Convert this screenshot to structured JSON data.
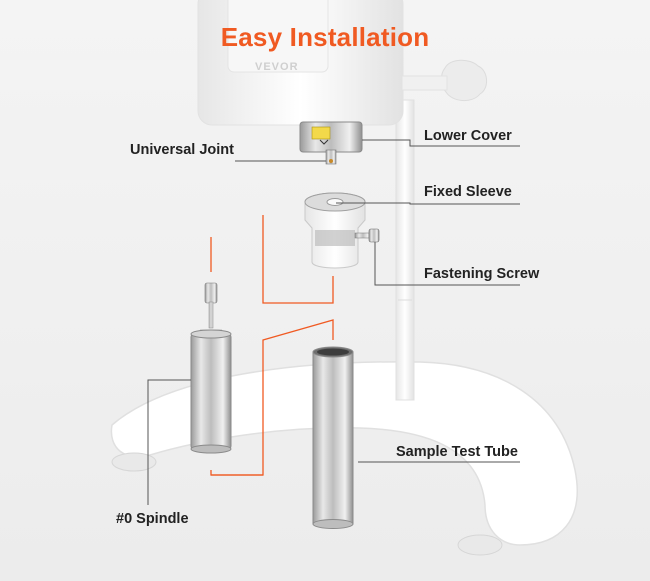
{
  "title": "Easy Installation",
  "brand_mark": "VEVOR",
  "labels": {
    "universal_joint": "Universal Joint",
    "lower_cover": "Lower Cover",
    "fixed_sleeve": "Fixed Sleeve",
    "fastening_screw": "Fastening Screw",
    "sample_test_tube": "Sample Test Tube",
    "spindle": "#0 Spindle"
  },
  "colors": {
    "title": "#f05a22",
    "guide_lines": "#f05a22",
    "callout_lines": "#555555",
    "label_text": "#222222"
  }
}
